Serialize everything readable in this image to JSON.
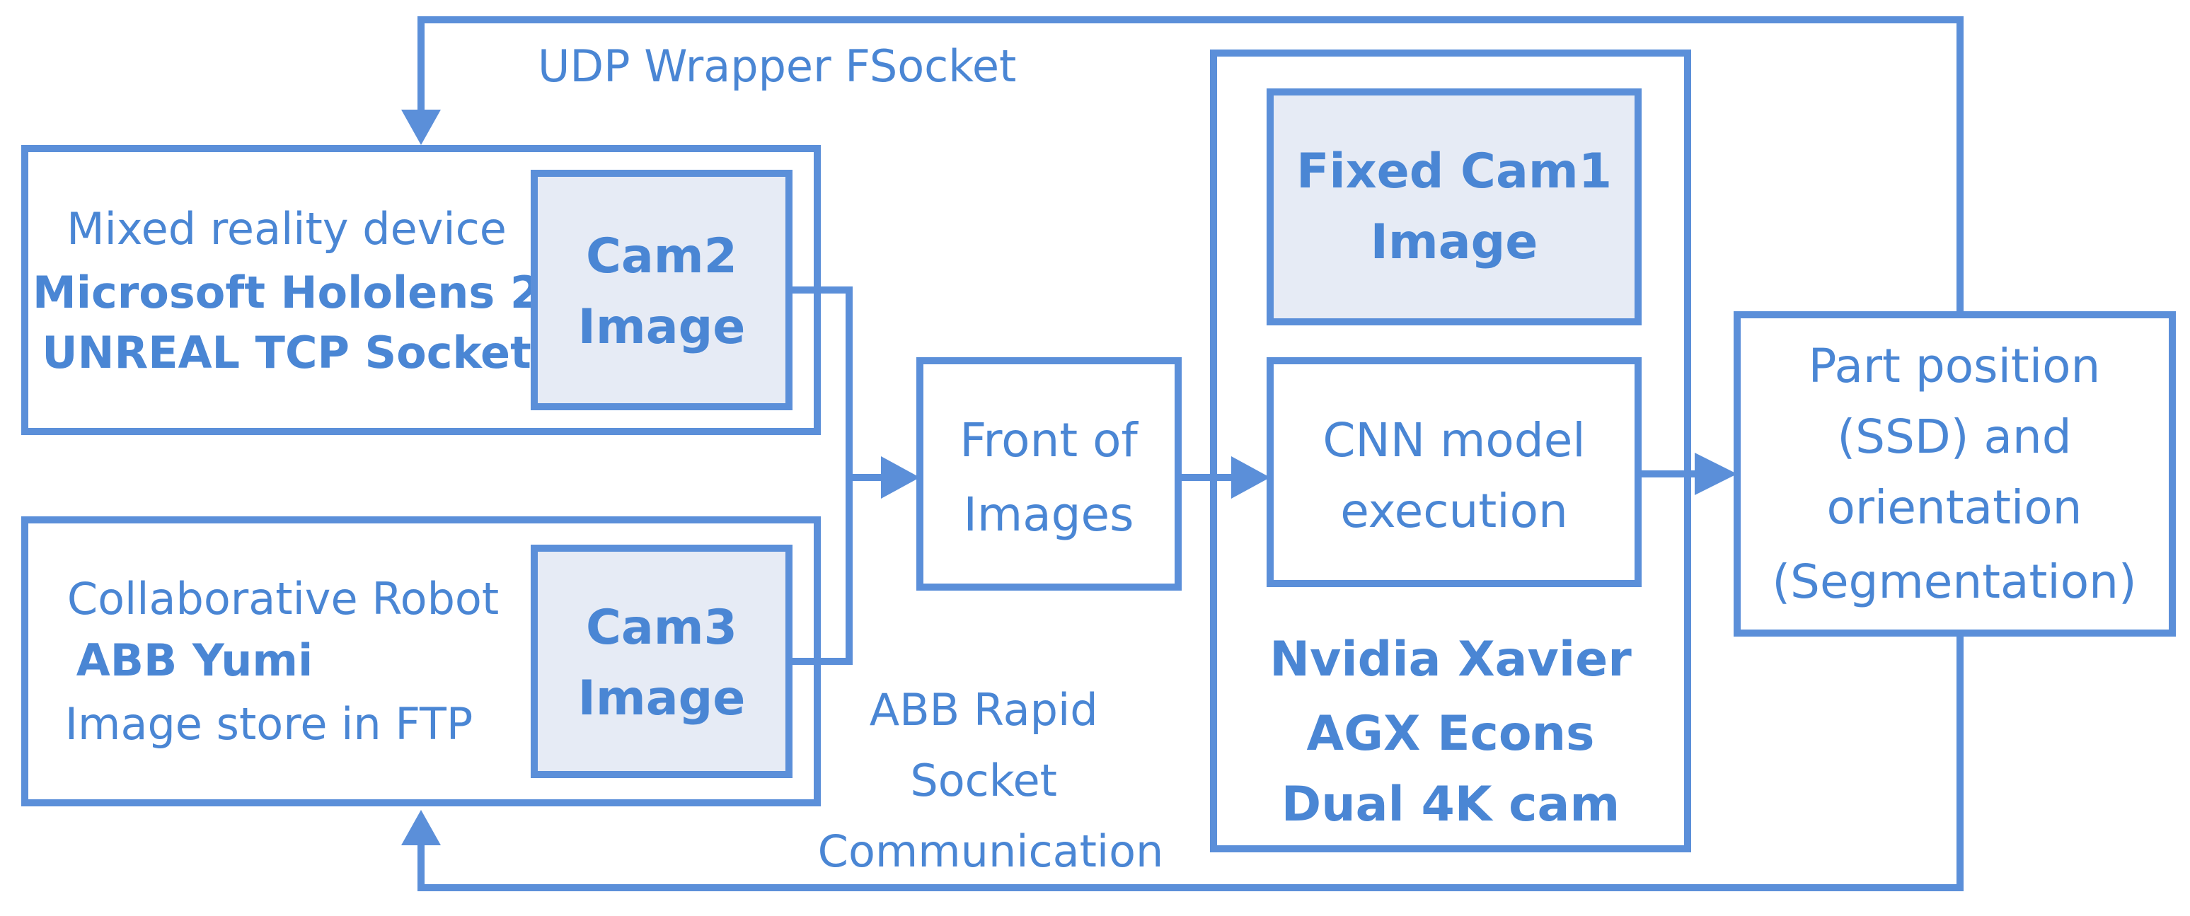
{
  "colors": {
    "line": "#5b8fd9",
    "text": "#4a86d4",
    "inner_fill": "#e6ebf5",
    "background": "#ffffff"
  },
  "connections": {
    "udp_label": "UDP Wrapper FSocket",
    "abb_socket_label": [
      "ABB Rapid",
      "Socket",
      "Communication"
    ]
  },
  "hololens_box": {
    "lines": [
      "Mixed reality device",
      "Microsoft Hololens 2",
      "UNREAL TCP Socket"
    ],
    "cam_lines": [
      "Cam2",
      "Image"
    ]
  },
  "robot_box": {
    "lines": [
      "Collaborative Robot",
      "ABB Yumi",
      "Image store in FTP"
    ],
    "cam_lines": [
      "Cam3",
      "Image"
    ]
  },
  "front_box": {
    "lines": [
      "Front of",
      "Images"
    ]
  },
  "xavier_box": {
    "fixed_cam_lines": [
      "Fixed Cam1",
      "Image"
    ],
    "cnn_lines": [
      "CNN model",
      "execution"
    ],
    "hw_lines": [
      "Nvidia Xavier",
      "AGX Econs",
      "Dual 4K cam"
    ]
  },
  "output_box": {
    "lines": [
      "Part position",
      "(SSD) and",
      "orientation",
      "(Segmentation)"
    ]
  }
}
